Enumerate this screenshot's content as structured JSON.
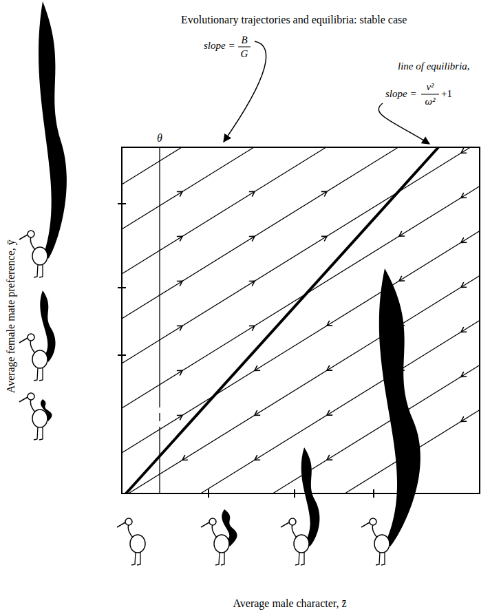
{
  "diagram": {
    "labels": [
      "Evolutionary trajectories and equilibria: stable case",
      "slope =",
      "B",
      "G",
      "line of equilibria,",
      "slope =",
      "ν²",
      "ω²",
      "+1",
      "θ",
      "Average female mate preference, ȳ",
      "Average male character, z̄"
    ]
  }
}
